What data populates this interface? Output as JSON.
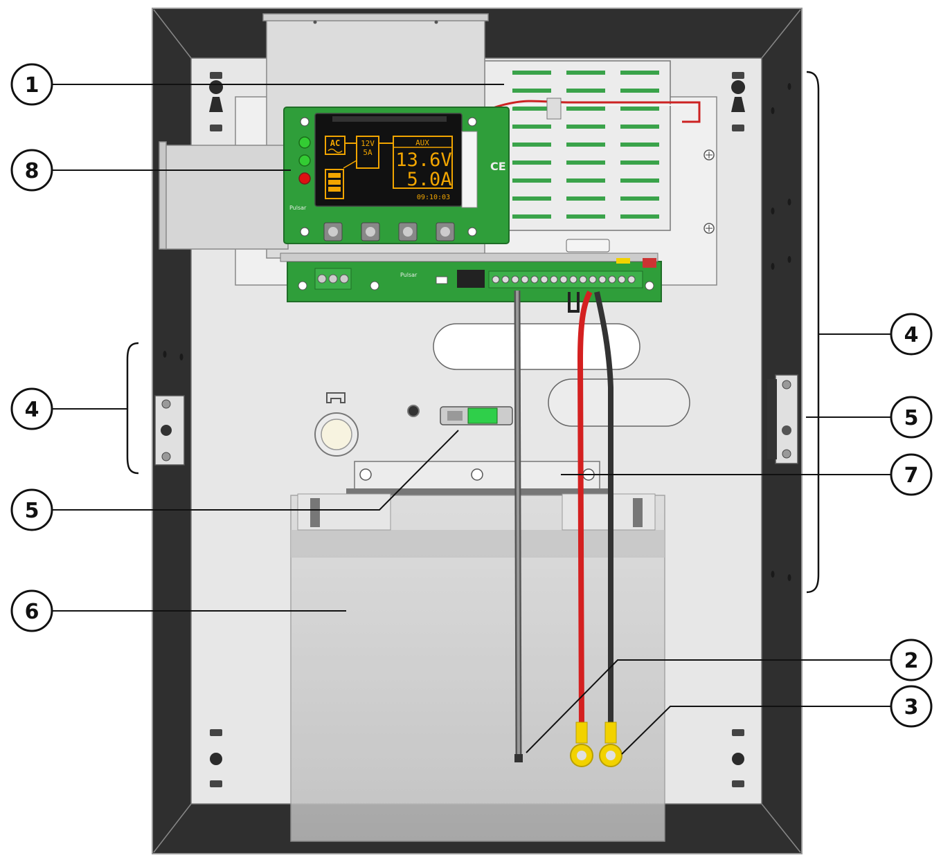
{
  "callouts": [
    {
      "id": "1",
      "label": "1"
    },
    {
      "id": "8",
      "label": "8"
    },
    {
      "id": "4L",
      "label": "4"
    },
    {
      "id": "5L",
      "label": "5"
    },
    {
      "id": "6",
      "label": "6"
    },
    {
      "id": "4R",
      "label": "4"
    },
    {
      "id": "5R",
      "label": "5"
    },
    {
      "id": "7",
      "label": "7"
    },
    {
      "id": "2",
      "label": "2"
    },
    {
      "id": "3",
      "label": "3"
    }
  ],
  "display": {
    "ac_label": "AC",
    "rating_voltage": "12V",
    "rating_current": "5A",
    "aux_label": "AUX",
    "voltage": "13.6V",
    "current": "5.0A",
    "time": "09:10:03"
  },
  "pcb": {
    "ce_mark": "CE",
    "brand": "Pulsar"
  },
  "colors": {
    "enclosure_frame": "#333333",
    "back_plate": "#e6e6e6",
    "pcb_green": "#2f9e3a",
    "lcd_background": "#111111",
    "lcd_text": "#f2a500",
    "wire_red": "#d42020",
    "wire_black": "#333333",
    "terminal_yellow": "#f2d200",
    "led_green": "#33cc33",
    "led_red": "#dd1111"
  }
}
